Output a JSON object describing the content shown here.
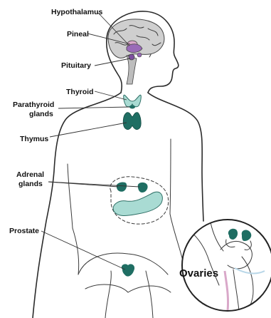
{
  "labels": {
    "hypothalamus": "Hypothalamus",
    "pineal": "Pineal",
    "pituitary": "Pituitary",
    "thyroid": "Thyroid",
    "parathyroid_line1": "Parathyroid",
    "parathyroid_line2": "glands",
    "thymus": "Thymus",
    "adrenal_line1": "Adrenal",
    "adrenal_line2": "glands",
    "prostate": "Prostate",
    "ovaries": "Ovaries"
  },
  "colors": {
    "gland_dark": "#1f6e63",
    "gland_light": "#a9dbd3",
    "brain_gray": "#bdbdbd",
    "pituitary_purple": "#9a6bb8",
    "pink": "#d9a8c9",
    "blue_tint": "#b9d7e8"
  }
}
